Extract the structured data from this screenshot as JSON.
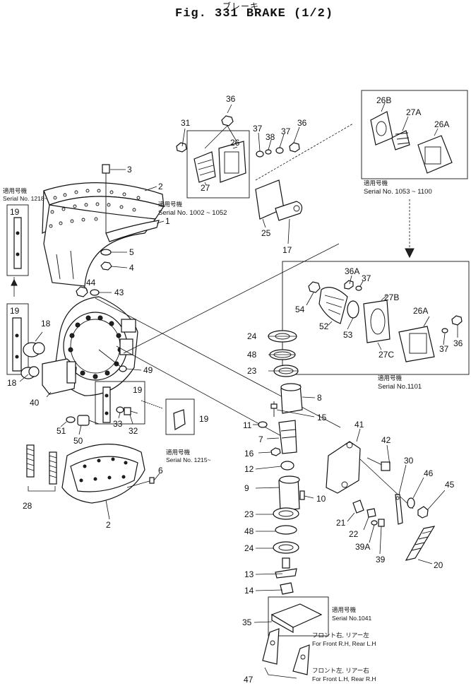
{
  "header": {
    "title_jp": "ブレーキ",
    "title": "Fig. 331  BRAKE (1/2)"
  },
  "notes": {
    "serial_1218": {
      "jp": "適用号機",
      "en": "Serial No. 1218~"
    },
    "serial_1002_1052": {
      "jp": "適用号機",
      "en": "Serial No. 1002 ~ 1052"
    },
    "serial_1053_1100": {
      "jp": "適用号機",
      "en": "Serial No. 1053 ~ 1100"
    },
    "serial_1101": {
      "jp": "適用号機",
      "en": "Serial No.1101"
    },
    "serial_1215": {
      "jp": "適用号機",
      "en": "Serial No. 1215~"
    },
    "serial_1041": {
      "jp": "適用号機",
      "en": "Serial No.1041"
    },
    "front_rh": {
      "jp": "フロント右, リアー左",
      "en": "For Front R.H, Rear L.H"
    },
    "front_lh": {
      "jp": "フロント左, リアー右",
      "en": "For Front L.H, Rear R.H"
    }
  },
  "part_numbers": {
    "p1": "1",
    "p2": "2",
    "p3": "3",
    "p4": "4",
    "p5": "5",
    "p6": "6",
    "p7": "7",
    "p8": "8",
    "p9": "9",
    "p10": "10",
    "p11": "11",
    "p12": "12",
    "p13": "13",
    "p14": "14",
    "p15": "15",
    "p16": "16",
    "p17": "17",
    "p18": "18",
    "p19": "19",
    "p20": "20",
    "p21": "21",
    "p22": "22",
    "p23": "23",
    "p24": "24",
    "p25": "25",
    "p26": "26",
    "p26A": "26A",
    "p26B": "26B",
    "p27": "27",
    "p27A": "27A",
    "p27B": "27B",
    "p27C": "27C",
    "p28": "28",
    "p30": "30",
    "p31": "31",
    "p32": "32",
    "p33": "33",
    "p35": "35",
    "p36": "36",
    "p36A": "36A",
    "p37": "37",
    "p38": "38",
    "p39": "39",
    "p39A": "39A",
    "p40": "40",
    "p41": "41",
    "p42": "42",
    "p43": "43",
    "p44": "44",
    "p45": "45",
    "p46": "46",
    "p47": "47",
    "p48": "48",
    "p49": "49",
    "p50": "50",
    "p51": "51",
    "p52": "52",
    "p53": "53",
    "p54": "54"
  }
}
